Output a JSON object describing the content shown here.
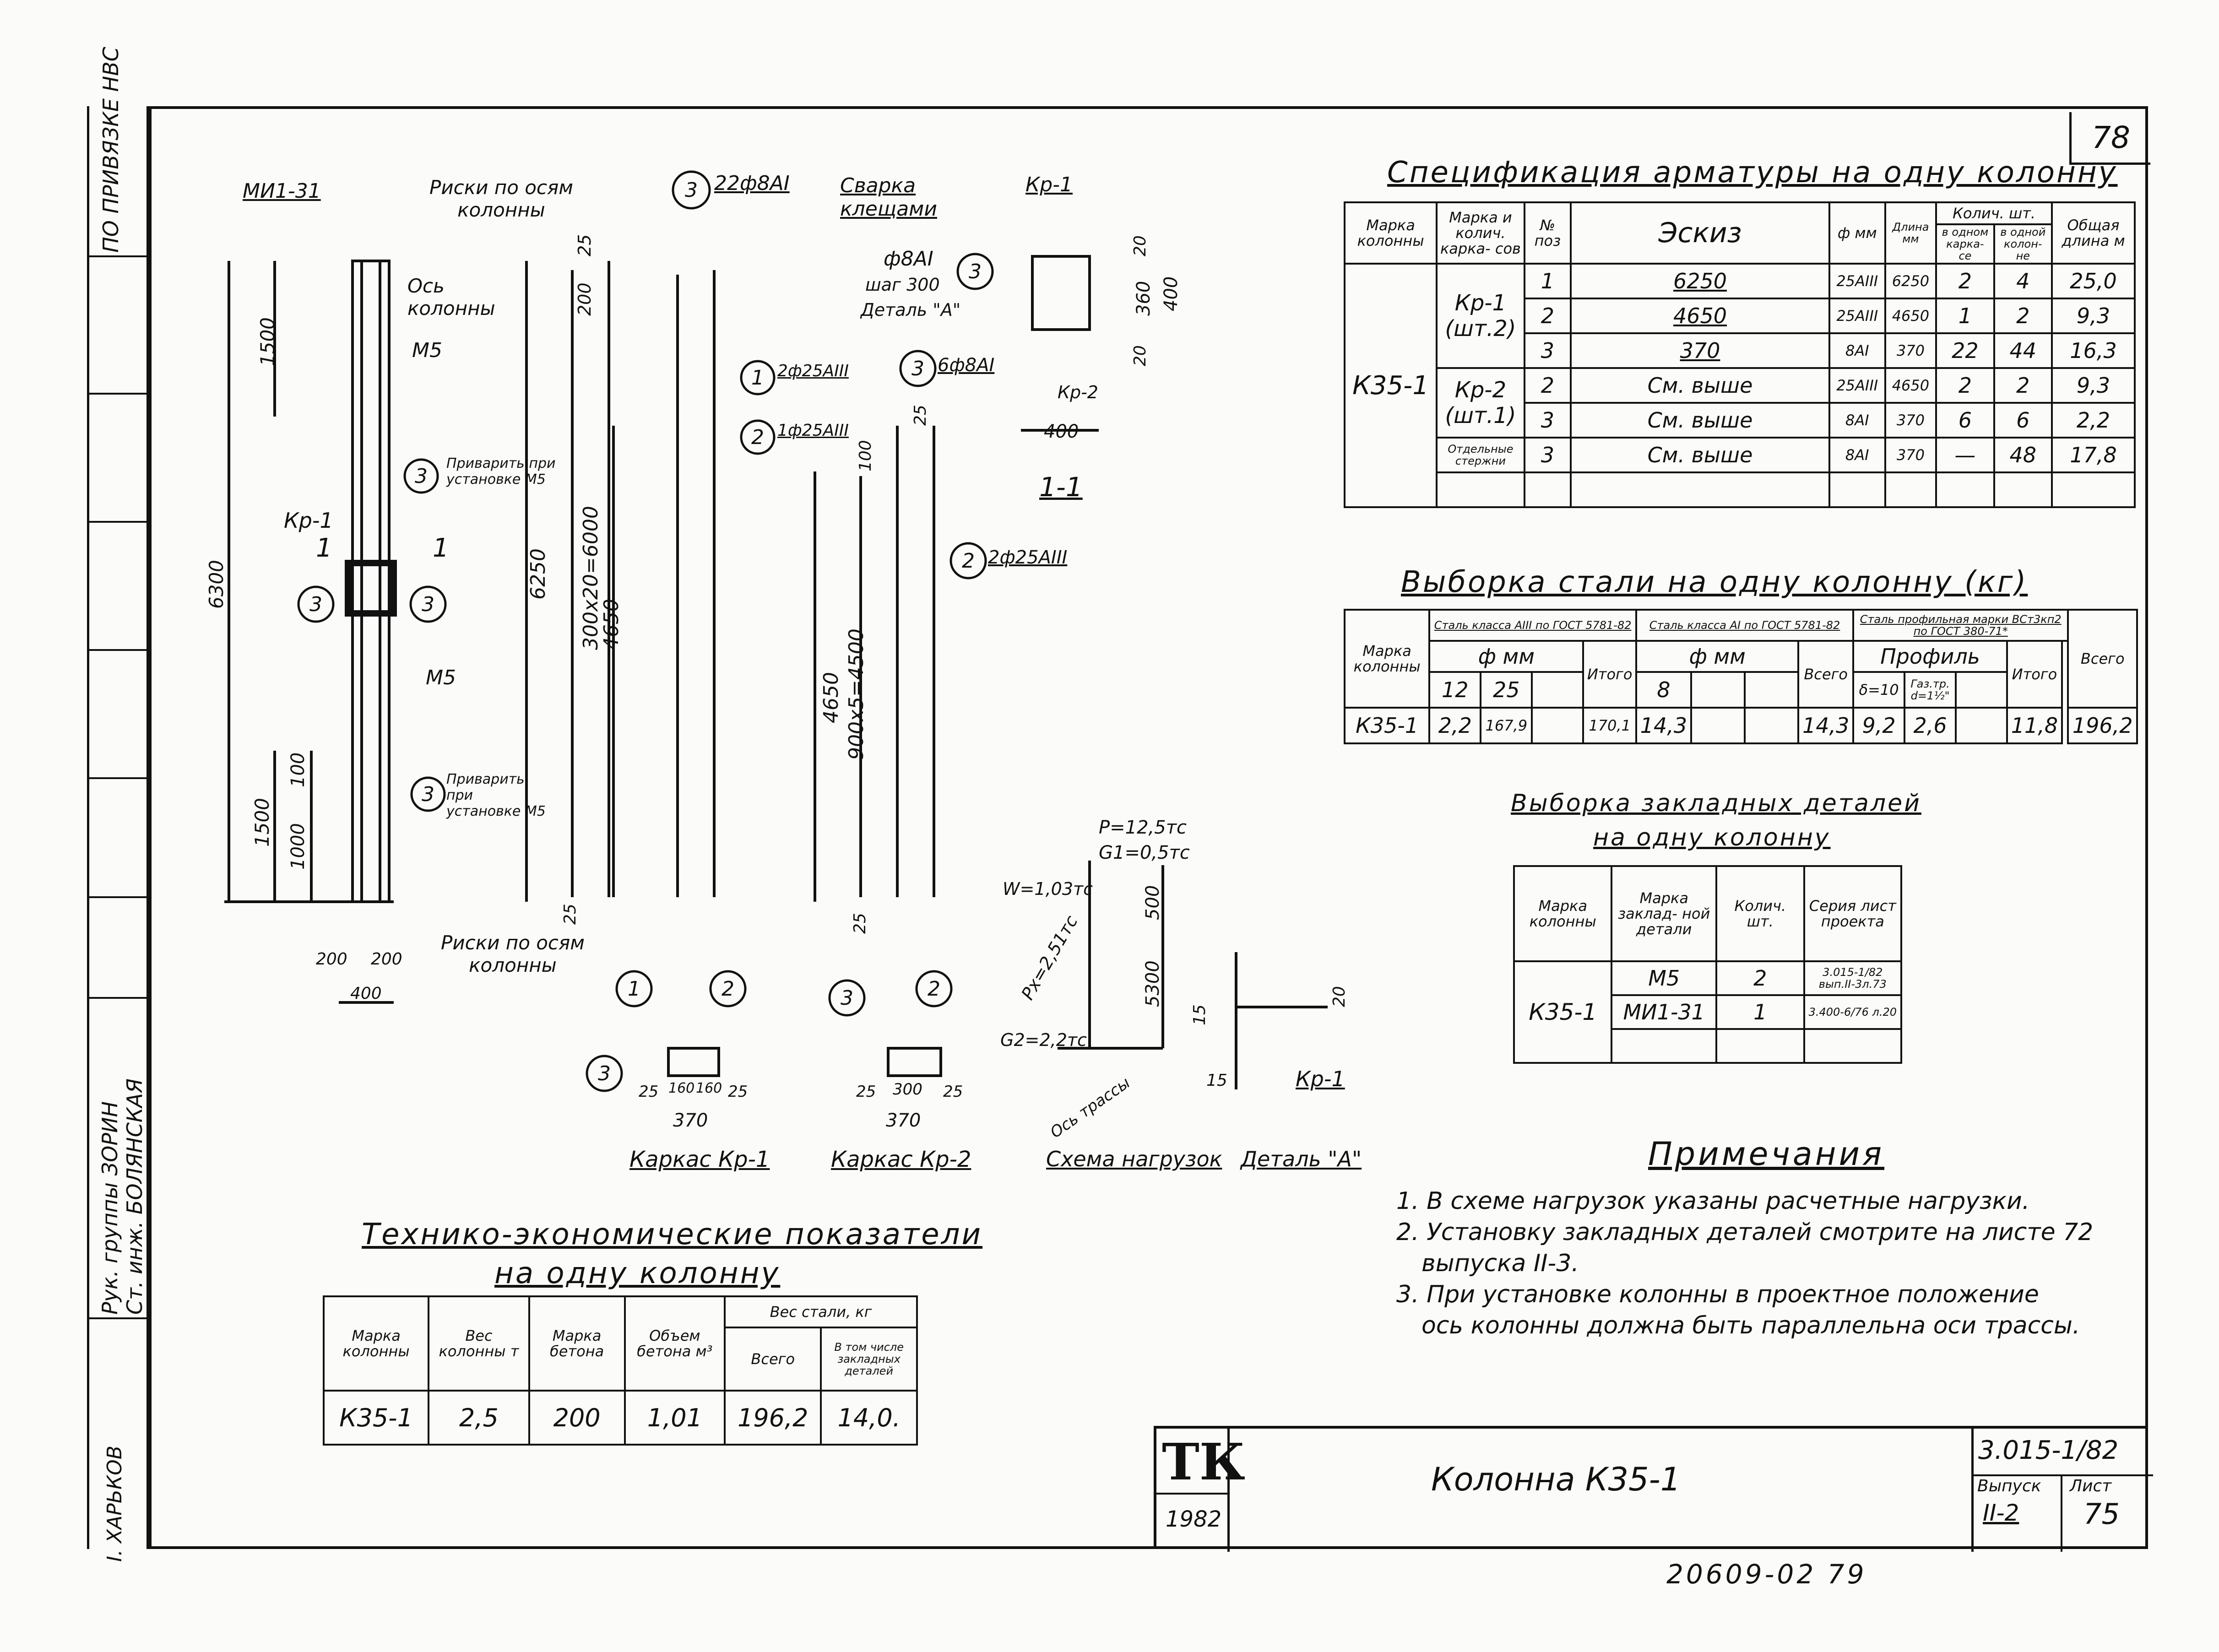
{
  "sheet": {
    "number": "78",
    "bottom_code": "20609-02  79"
  },
  "stamp": {
    "top": "ПО ПРИВЯЗКЕ  НВС",
    "rows": [
      "Рук. группы  ЗОРИН",
      "Ст. инж.  БОЛЯНСКАЯ"
    ],
    "city": "I. ХАРЬКОВ"
  },
  "column_drawing": {
    "mark_top": "МИ1-31",
    "notes": [
      "Риски по осям колонны",
      "Ось колонны",
      "М5",
      "Приварить при установке М5",
      "Кр-1",
      "М5",
      "Приварить при установке М5",
      "Риски по осям колонны"
    ],
    "dims": [
      "1500",
      "6300",
      "1500",
      "100",
      "1000",
      "200",
      "200",
      "400"
    ],
    "section_marks": [
      "1",
      "1"
    ]
  },
  "frame_drawing": {
    "callouts": [
      "22ф8АI",
      "2ф25АIII",
      "1ф25АIII",
      "6ф8АI",
      "2ф25АIII"
    ],
    "dims": [
      "25",
      "200",
      "6250",
      "300х20=6000",
      "4650",
      "25",
      "25",
      "100",
      "4650",
      "900х5=4500",
      "25"
    ]
  },
  "section_1_1": {
    "labels": [
      "Сварка клещами",
      "Кр-1",
      "ф8АI",
      "шаг 300",
      "Деталь \"А\"",
      "Кр-2",
      "1-1"
    ],
    "dims": [
      "20",
      "360",
      "400",
      "20",
      "400"
    ]
  },
  "karkas": {
    "kr1": {
      "caption": "Каркас Кр-1",
      "dims": [
        "25",
        "160",
        "160",
        "25",
        "370"
      ]
    },
    "kr2": {
      "caption": "Каркас Кр-2",
      "dims": [
        "25",
        "300",
        "25",
        "370"
      ]
    }
  },
  "load_scheme": {
    "caption": "Схема нагрузок",
    "labels": [
      "P=12,5тс",
      "G1=0,5тс",
      "W=1,03тс",
      "Px=2,51тс",
      "G2=2,2тс",
      "Ось трассы",
      "500",
      "5300"
    ]
  },
  "detail_a": {
    "caption": "Деталь \"А\"",
    "labels": [
      "15",
      "20",
      "15",
      "Кр-1"
    ]
  },
  "spec": {
    "title": "Спецификация арматуры на одну колонну",
    "headers": {
      "col_mark": "Марка колонны",
      "frame_mark": "Марка и колич. карка- сов",
      "pos": "№ поз",
      "sketch": "Эскиз",
      "dia": "ф мм",
      "len": "Длина мм",
      "qty": "Колич. шт.",
      "qty_frame": "в одном карка- се",
      "qty_col": "в одной колон- не",
      "total": "Общая длина м"
    },
    "col_mark": "К35-1",
    "groups": [
      {
        "frame": "Кр-1 (шт.2)",
        "rows": [
          {
            "pos": "1",
            "sketch": "6250",
            "dia": "25АIII",
            "len": "6250",
            "qf": "2",
            "qc": "4",
            "total": "25,0"
          },
          {
            "pos": "2",
            "sketch": "4650",
            "dia": "25АIII",
            "len": "4650",
            "qf": "1",
            "qc": "2",
            "total": "9,3"
          },
          {
            "pos": "3",
            "sketch": "370",
            "dia": "8АI",
            "len": "370",
            "qf": "22",
            "qc": "44",
            "total": "16,3"
          }
        ]
      },
      {
        "frame": "Кр-2 (шт.1)",
        "rows": [
          {
            "pos": "2",
            "sketch": "См. выше",
            "dia": "25АIII",
            "len": "4650",
            "qf": "2",
            "qc": "2",
            "total": "9,3"
          },
          {
            "pos": "3",
            "sketch": "См. выше",
            "dia": "8АI",
            "len": "370",
            "qf": "6",
            "qc": "6",
            "total": "2,2"
          }
        ]
      },
      {
        "frame": "Отдельные стержни",
        "rows": [
          {
            "pos": "3",
            "sketch": "См. выше",
            "dia": "8АI",
            "len": "370",
            "qf": "—",
            "qc": "48",
            "total": "17,8"
          }
        ]
      }
    ]
  },
  "steel": {
    "title": "Выборка стали на одну колонну (кг)",
    "h_mark": "Марка колонны",
    "h_a3": "Сталь класса АIII по ГОСТ 5781-82",
    "h_a1": "Сталь класса АI по ГОСТ 5781-82",
    "h_prof": "Сталь профильная марки ВСт3кп2 по ГОСТ 380-71*",
    "h_fmm": "ф мм",
    "h_profile": "Профиль",
    "h_itogo": "Итого",
    "h_vsego": "Всего",
    "d12": "12",
    "d25": "25",
    "d8": "8",
    "p1": "δ=10",
    "p2": "Газ.тр. d=1½\"",
    "row": {
      "mark": "К35-1",
      "a12": "2,2",
      "a25": "167,9",
      "a_it": "170,1",
      "b8": "14,3",
      "b_vs": "14,3",
      "p1": "9,2",
      "p2": "2,6",
      "p_it": "11,8",
      "total": "196,2"
    }
  },
  "embedded": {
    "title1": "Выборка закладных деталей",
    "title2": "на одну колонну",
    "headers": [
      "Марка колонны",
      "Марка заклад- ной детали",
      "Колич. шт.",
      "Серия лист проекта"
    ],
    "mark": "К35-1",
    "rows": [
      {
        "part": "М5",
        "qty": "2",
        "series": "3.015-1/82 вып.II-3л.73"
      },
      {
        "part": "МИ1-31",
        "qty": "1",
        "series": "3.400-6/76 л.20"
      }
    ]
  },
  "tech": {
    "title1": "Технико-экономические показатели",
    "title2": "на одну колонну",
    "headers": [
      "Марка колонны",
      "Вес колонны т",
      "Марка бетона",
      "Объем бетона м³",
      "Вес стали, кг",
      "Всего",
      "В том числе закладных деталей"
    ],
    "row": [
      "К35-1",
      "2,5",
      "200",
      "1,01",
      "196,2",
      "14,0."
    ]
  },
  "notes": {
    "title": "Примечания",
    "lines": [
      "1. В схеме нагрузок указаны расчетные нагрузки.",
      "2. Установку закладных деталей смотрите на листе 72",
      "выпуска II-3.",
      "3. При установке колонны в проектное положение",
      "ось колонны должна быть параллельна оси трассы."
    ]
  },
  "title_block": {
    "logo": "ТК",
    "year": "1982",
    "name": "Колонна К35-1",
    "series": "3.015-1/82",
    "issue_label": "Выпуск",
    "issue": "II-2",
    "sheet_label": "Лист",
    "sheet": "75"
  }
}
